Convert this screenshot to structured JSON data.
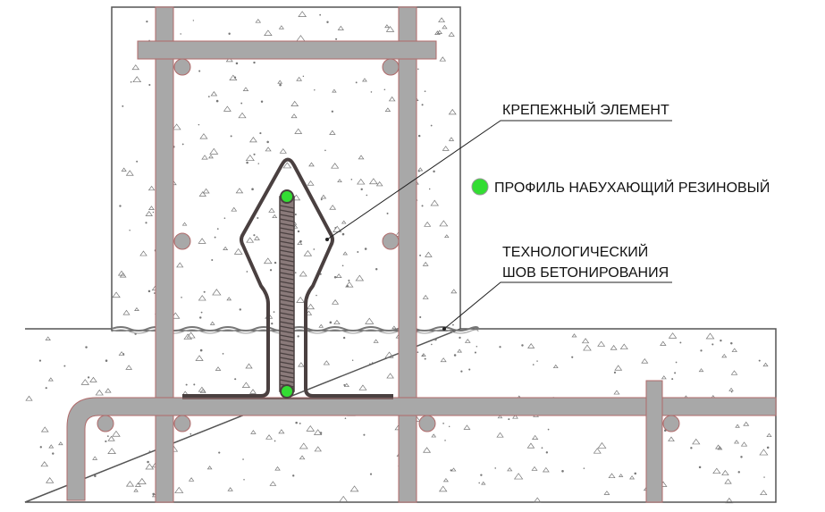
{
  "labels": {
    "fastener": "КРЕПЕЖНЫЙ ЭЛЕМЕНТ",
    "profile": "ПРОФИЛЬ НАБУХАЮЩИЙ РЕЗИНОВЫЙ",
    "joint_line1": "ТЕХНОЛОГИЧЕСКИЙ",
    "joint_line2": "ШОВ  БЕТОНИРОВАНИЯ"
  },
  "colors": {
    "concrete_outline": "#555555",
    "rebar_fill": "#a8a8a8",
    "rebar_stroke": "#b06a6a",
    "fastener": "#4a4040",
    "profile_green": "#33dd33",
    "speckle": "#666666"
  }
}
